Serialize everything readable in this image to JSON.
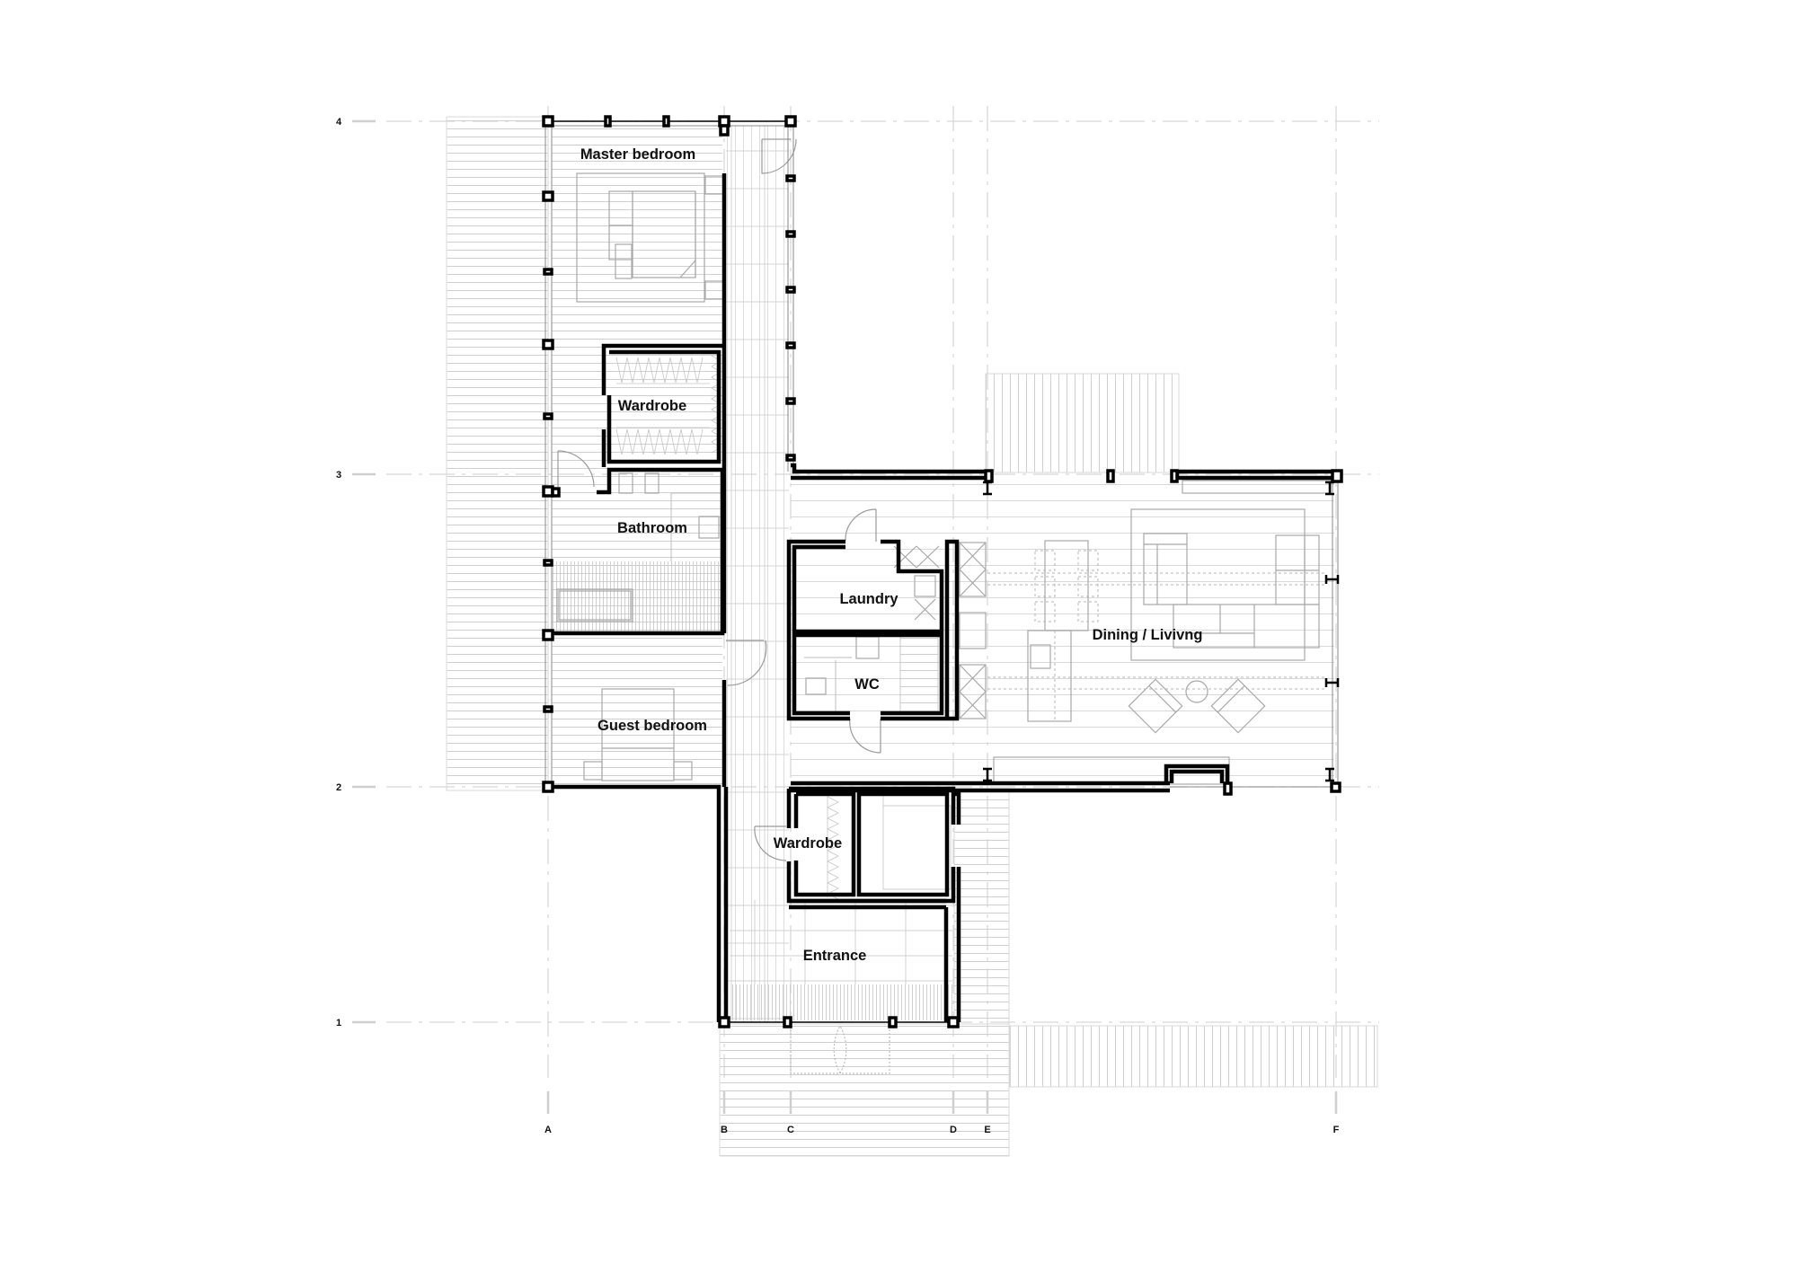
{
  "drawing": {
    "type": "architectural floor plan",
    "background": "#ffffff",
    "wall_color": "#000000",
    "hatch_color": "#bdbdbd"
  },
  "grid": {
    "rows": [
      {
        "label": "4"
      },
      {
        "label": "3"
      },
      {
        "label": "2"
      },
      {
        "label": "1"
      }
    ],
    "columns": [
      {
        "label": "A"
      },
      {
        "label": "B"
      },
      {
        "label": "C"
      },
      {
        "label": "D"
      },
      {
        "label": "E"
      },
      {
        "label": "F"
      }
    ]
  },
  "rooms": [
    {
      "id": "master-bedroom",
      "label": "Master bedroom"
    },
    {
      "id": "wardrobe-master",
      "label": "Wardrobe"
    },
    {
      "id": "bathroom",
      "label": "Bathroom"
    },
    {
      "id": "laundry",
      "label": "Laundry"
    },
    {
      "id": "wc",
      "label": "WC"
    },
    {
      "id": "dining-living",
      "label": "Dining / Livivng"
    },
    {
      "id": "guest-bedroom",
      "label": "Guest bedroom"
    },
    {
      "id": "wardrobe-guest",
      "label": "Wardrobe"
    },
    {
      "id": "entrance",
      "label": "Entrance"
    }
  ]
}
